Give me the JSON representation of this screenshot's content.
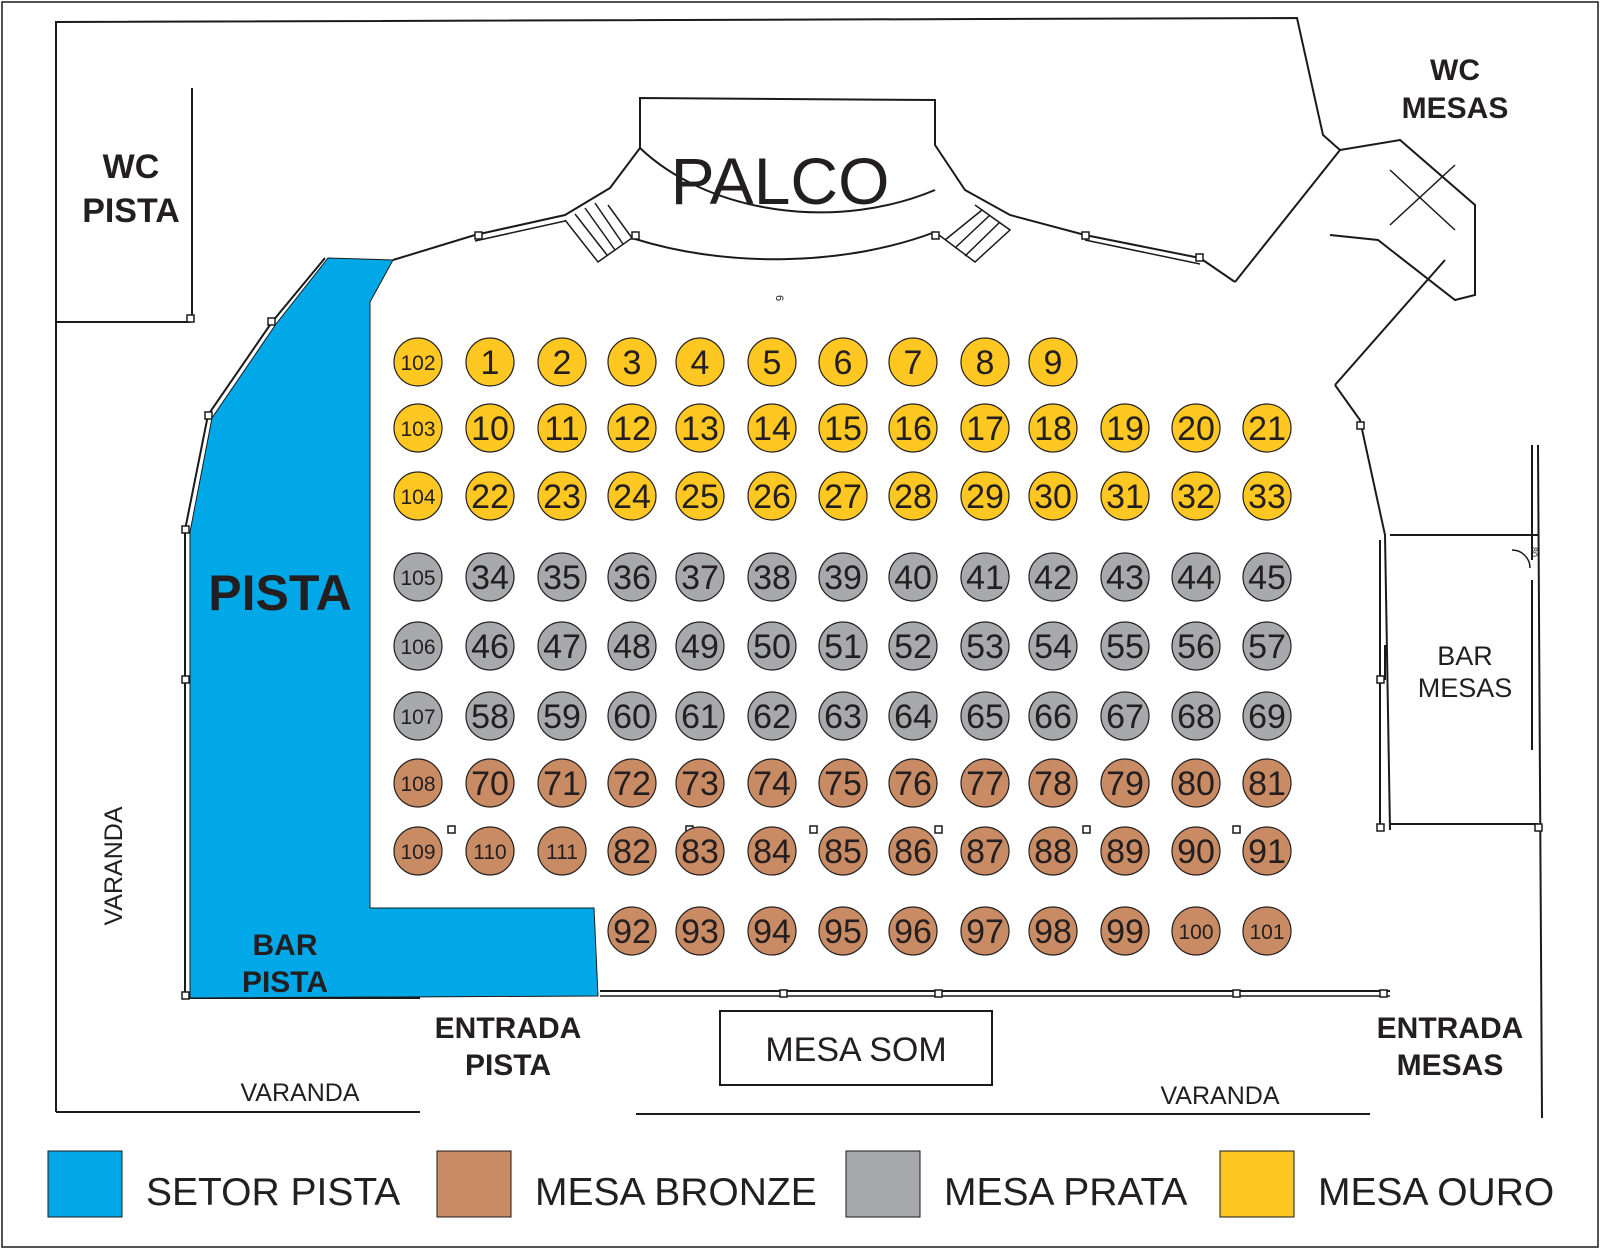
{
  "labels": {
    "palco": "PALCO",
    "pista": "PISTA",
    "wc_pista_1": "WC",
    "wc_pista_2": "PISTA",
    "wc_mesas_1": "WC",
    "wc_mesas_2": "MESAS",
    "bar_pista_1": "BAR",
    "bar_pista_2": "PISTA",
    "bar_mesas_1": "BAR",
    "bar_mesas_2": "MESAS",
    "entrada_pista_1": "ENTRADA",
    "entrada_pista_2": "PISTA",
    "entrada_mesas_1": "ENTRADA",
    "entrada_mesas_2": "MESAS",
    "mesa_som": "MESA SOM",
    "varanda_left": "VARANDA",
    "varanda_bottom_left": "VARANDA",
    "varanda_bottom_right": "VARANDA",
    "stage_mark": "6",
    "bar_mark": "80"
  },
  "colors": {
    "pista": "#00a8e8",
    "ouro": "#ffc722",
    "prata": "#a7a9ac",
    "bronze": "#c98b63"
  },
  "legend": [
    {
      "label": "SETOR PISTA",
      "color": "#00a8e8"
    },
    {
      "label": "MESA BRONZE",
      "color": "#c98b63"
    },
    {
      "label": "MESA PRATA",
      "color": "#a7a9ac"
    },
    {
      "label": "MESA OURO",
      "color": "#ffc722"
    }
  ],
  "tables": [
    {
      "n": "102",
      "c": "ouro"
    },
    {
      "n": "1",
      "c": "ouro"
    },
    {
      "n": "2",
      "c": "ouro"
    },
    {
      "n": "3",
      "c": "ouro"
    },
    {
      "n": "4",
      "c": "ouro"
    },
    {
      "n": "5",
      "c": "ouro"
    },
    {
      "n": "6",
      "c": "ouro"
    },
    {
      "n": "7",
      "c": "ouro"
    },
    {
      "n": "8",
      "c": "ouro"
    },
    {
      "n": "9",
      "c": "ouro"
    },
    {
      "n": "103",
      "c": "ouro"
    },
    {
      "n": "10",
      "c": "ouro"
    },
    {
      "n": "11",
      "c": "ouro"
    },
    {
      "n": "12",
      "c": "ouro"
    },
    {
      "n": "13",
      "c": "ouro"
    },
    {
      "n": "14",
      "c": "ouro"
    },
    {
      "n": "15",
      "c": "ouro"
    },
    {
      "n": "16",
      "c": "ouro"
    },
    {
      "n": "17",
      "c": "ouro"
    },
    {
      "n": "18",
      "c": "ouro"
    },
    {
      "n": "19",
      "c": "ouro"
    },
    {
      "n": "20",
      "c": "ouro"
    },
    {
      "n": "21",
      "c": "ouro"
    },
    {
      "n": "104",
      "c": "ouro"
    },
    {
      "n": "22",
      "c": "ouro"
    },
    {
      "n": "23",
      "c": "ouro"
    },
    {
      "n": "24",
      "c": "ouro"
    },
    {
      "n": "25",
      "c": "ouro"
    },
    {
      "n": "26",
      "c": "ouro"
    },
    {
      "n": "27",
      "c": "ouro"
    },
    {
      "n": "28",
      "c": "ouro"
    },
    {
      "n": "29",
      "c": "ouro"
    },
    {
      "n": "30",
      "c": "ouro"
    },
    {
      "n": "31",
      "c": "ouro"
    },
    {
      "n": "32",
      "c": "ouro"
    },
    {
      "n": "33",
      "c": "ouro"
    },
    {
      "n": "105",
      "c": "prata"
    },
    {
      "n": "34",
      "c": "prata"
    },
    {
      "n": "35",
      "c": "prata"
    },
    {
      "n": "36",
      "c": "prata"
    },
    {
      "n": "37",
      "c": "prata"
    },
    {
      "n": "38",
      "c": "prata"
    },
    {
      "n": "39",
      "c": "prata"
    },
    {
      "n": "40",
      "c": "prata"
    },
    {
      "n": "41",
      "c": "prata"
    },
    {
      "n": "42",
      "c": "prata"
    },
    {
      "n": "43",
      "c": "prata"
    },
    {
      "n": "44",
      "c": "prata"
    },
    {
      "n": "45",
      "c": "prata"
    },
    {
      "n": "106",
      "c": "prata"
    },
    {
      "n": "46",
      "c": "prata"
    },
    {
      "n": "47",
      "c": "prata"
    },
    {
      "n": "48",
      "c": "prata"
    },
    {
      "n": "49",
      "c": "prata"
    },
    {
      "n": "50",
      "c": "prata"
    },
    {
      "n": "51",
      "c": "prata"
    },
    {
      "n": "52",
      "c": "prata"
    },
    {
      "n": "53",
      "c": "prata"
    },
    {
      "n": "54",
      "c": "prata"
    },
    {
      "n": "55",
      "c": "prata"
    },
    {
      "n": "56",
      "c": "prata"
    },
    {
      "n": "57",
      "c": "prata"
    },
    {
      "n": "107",
      "c": "prata"
    },
    {
      "n": "58",
      "c": "prata"
    },
    {
      "n": "59",
      "c": "prata"
    },
    {
      "n": "60",
      "c": "prata"
    },
    {
      "n": "61",
      "c": "prata"
    },
    {
      "n": "62",
      "c": "prata"
    },
    {
      "n": "63",
      "c": "prata"
    },
    {
      "n": "64",
      "c": "prata"
    },
    {
      "n": "65",
      "c": "prata"
    },
    {
      "n": "66",
      "c": "prata"
    },
    {
      "n": "67",
      "c": "prata"
    },
    {
      "n": "68",
      "c": "prata"
    },
    {
      "n": "69",
      "c": "prata"
    },
    {
      "n": "108",
      "c": "bronze"
    },
    {
      "n": "70",
      "c": "bronze"
    },
    {
      "n": "71",
      "c": "bronze"
    },
    {
      "n": "72",
      "c": "bronze"
    },
    {
      "n": "73",
      "c": "bronze"
    },
    {
      "n": "74",
      "c": "bronze"
    },
    {
      "n": "75",
      "c": "bronze"
    },
    {
      "n": "76",
      "c": "bronze"
    },
    {
      "n": "77",
      "c": "bronze"
    },
    {
      "n": "78",
      "c": "bronze"
    },
    {
      "n": "79",
      "c": "bronze"
    },
    {
      "n": "80",
      "c": "bronze"
    },
    {
      "n": "81",
      "c": "bronze"
    },
    {
      "n": "109",
      "c": "bronze"
    },
    {
      "n": "110",
      "c": "bronze"
    },
    {
      "n": "111",
      "c": "bronze"
    },
    {
      "n": "82",
      "c": "bronze"
    },
    {
      "n": "83",
      "c": "bronze"
    },
    {
      "n": "84",
      "c": "bronze"
    },
    {
      "n": "85",
      "c": "bronze"
    },
    {
      "n": "86",
      "c": "bronze"
    },
    {
      "n": "87",
      "c": "bronze"
    },
    {
      "n": "88",
      "c": "bronze"
    },
    {
      "n": "89",
      "c": "bronze"
    },
    {
      "n": "90",
      "c": "bronze"
    },
    {
      "n": "91",
      "c": "bronze"
    },
    {
      "n": "92",
      "c": "bronze"
    },
    {
      "n": "93",
      "c": "bronze"
    },
    {
      "n": "94",
      "c": "bronze"
    },
    {
      "n": "95",
      "c": "bronze"
    },
    {
      "n": "96",
      "c": "bronze"
    },
    {
      "n": "97",
      "c": "bronze"
    },
    {
      "n": "98",
      "c": "bronze"
    },
    {
      "n": "99",
      "c": "bronze"
    },
    {
      "n": "100",
      "c": "bronze"
    },
    {
      "n": "101",
      "c": "bronze"
    }
  ]
}
